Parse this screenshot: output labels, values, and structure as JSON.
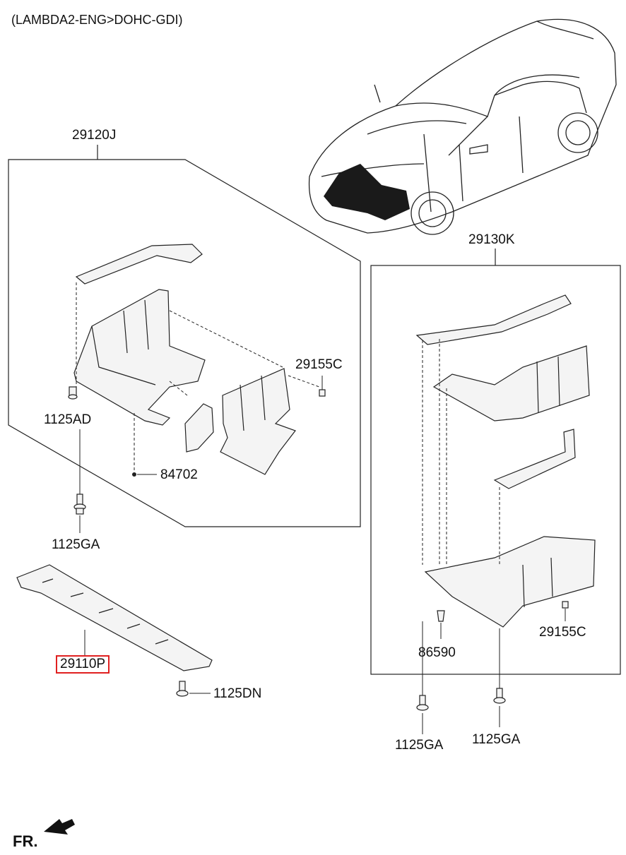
{
  "header": {
    "engine": "(LAMBDA2-ENG>DOHC-GDI)"
  },
  "callouts": {
    "group_front": "29120J",
    "group_rear": "29130K",
    "clip_upper": "29155C",
    "clip_lower": "29155C",
    "bolt_ad": "1125AD",
    "fastener_84702": "84702",
    "bolt_ga_left": "1125GA",
    "bolt_ga_mid": "1125GA",
    "bolt_ga_right": "1125GA",
    "panel_highlighted": "29110P",
    "bolt_dn": "1125DN",
    "clip_86590": "86590"
  },
  "direction": {
    "label": "FR."
  },
  "colors": {
    "highlight": "#e02020",
    "line": "#222222",
    "part_fill": "#f4f4f4"
  }
}
